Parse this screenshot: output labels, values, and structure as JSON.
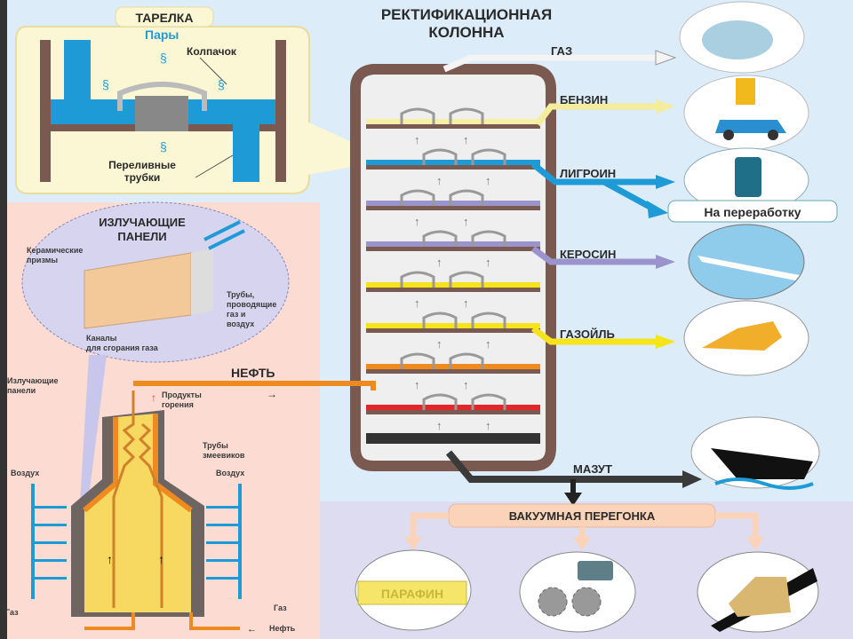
{
  "title": {
    "line1": "РЕКТИФИКАЦИОННАЯ",
    "line2": "КОЛОННА"
  },
  "plate_inset": {
    "title": "ТАРЕЛКА",
    "vapors": "Пары",
    "cap": "Колпачок",
    "overflow_line1": "Переливные",
    "overflow_line2": "трубки"
  },
  "panel_inset": {
    "title_line1": "ИЗЛУЧАЮЩИЕ",
    "title_line2": "ПАНЕЛИ",
    "ceramic_line1": "Керамические",
    "ceramic_line2": "призмы",
    "tubes_line1": "Трубы,",
    "tubes_line2": "проводящие",
    "tubes_line3": "газ и",
    "tubes_line4": "воздух",
    "channels_line1": "Каналы",
    "channels_line2": "для сгорания газа"
  },
  "furnace": {
    "panels_line1": "Излучающие",
    "panels_line2": "панели",
    "oil_out": "НЕФТЬ",
    "combustion_line1": "Продукты",
    "combustion_line2": "горения",
    "coils_line1": "Трубы",
    "coils_line2": "змеевиков",
    "air_left": "Воздух",
    "air_right": "Воздух",
    "gas_left": "Газ",
    "gas_right": "Газ",
    "oil_in": "Нефть"
  },
  "fractions": [
    {
      "label": "ГАЗ",
      "color": "#f2f2f2",
      "use": "gas-tank"
    },
    {
      "label": "БЕНЗИН",
      "color": "#f5ec9c",
      "use": "car"
    },
    {
      "label": "ЛИГРОИН",
      "color": "#1e9bd7",
      "use": "barrel"
    },
    {
      "label": "КЕРОСИН",
      "color": "#9b93cc",
      "use": "airplane"
    },
    {
      "label": "ГАЗОЙЛЬ",
      "color": "#f7e21c",
      "use": "excavator"
    },
    {
      "label": "МАЗУТ",
      "color": "#3a3a3a",
      "use": "ship"
    }
  ],
  "reprocess_label": "На переработку",
  "vacuum": {
    "title": "ВАКУУМНАЯ ПЕРЕГОНКА",
    "products": [
      {
        "label": "ПАРАФИН",
        "use": "paraffin"
      },
      {
        "label": "",
        "use": "lubricant-gears"
      },
      {
        "label": "",
        "use": "asphalt-roller"
      }
    ]
  },
  "colors": {
    "column_wall": "#7a5a50",
    "plate_yellow_light": "#f7efa6",
    "plate_blue": "#1e9bd7",
    "plate_purple": "#9b93cc",
    "plate_yellow": "#f5e41c",
    "plate_orange": "#ef8a1e",
    "plate_red": "#e3262a",
    "residue": "#333333",
    "vacuum_box": "#fbd3b8",
    "bottom_panel": "#dedcf0",
    "left_panel": "#fcdcd2"
  }
}
